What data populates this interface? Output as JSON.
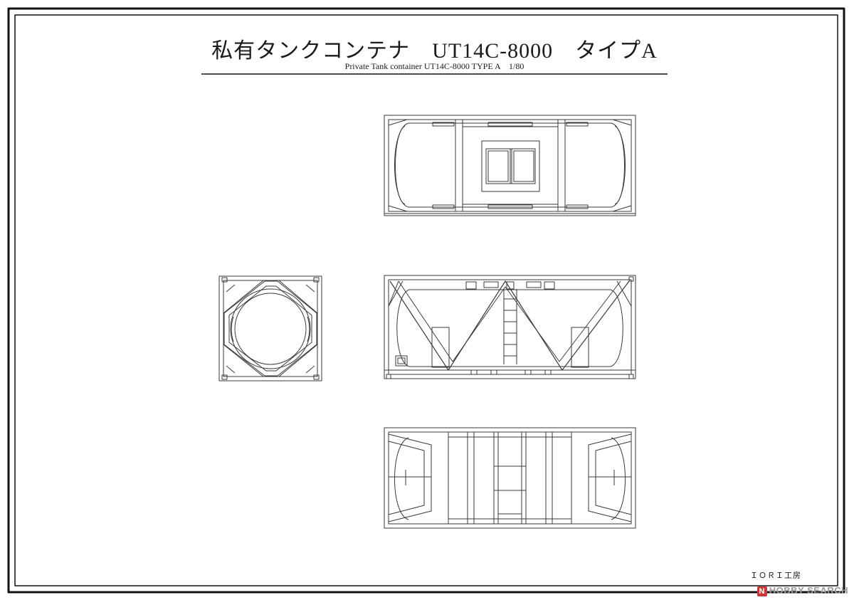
{
  "header": {
    "title": "私有タンクコンテナ　UT14C-8000　タイプA",
    "subtitle": "Private Tank container UT14C-8000 TYPE A　1/80"
  },
  "footer": {
    "maker": "ＩＯＲＩ工房"
  },
  "watermark": {
    "badge": "N",
    "text": "HOBBY SEARCH"
  },
  "colors": {
    "line": "#3a3a3a",
    "frame": "#111111"
  }
}
